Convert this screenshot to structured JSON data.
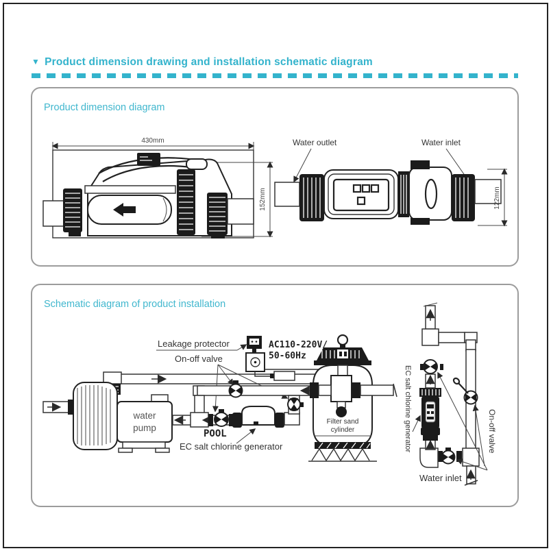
{
  "header": {
    "marker": "▼",
    "title": "Product dimension drawing and installation schematic diagram"
  },
  "colors": {
    "accent": "#33b3cc",
    "line": "#333333",
    "panel_border": "#9c9c9c",
    "page_border": "#222222"
  },
  "dimension_panel": {
    "title": "Product dimension diagram",
    "side_view": {
      "width": "430mm",
      "height": "152mm"
    },
    "top_view": {
      "outlet": "Water outlet",
      "inlet": "Water inlet",
      "height": "122mm"
    }
  },
  "installation_panel": {
    "title": "Schematic diagram of product installation",
    "labels": {
      "leakage_protector": "Leakage protector",
      "on_off_valve": "On-off valve",
      "power_line1": "AC110-220V/",
      "power_line2": "50-60Hz",
      "pump_line1": "water",
      "pump_line2": "pump",
      "pool": "POOL",
      "generator": "EC salt chlorine generator",
      "filter_line1": "Filter sand",
      "filter_line2": "cylinder",
      "vertical_generator": "EC salt chlorine generator",
      "vertical_valve": "On-off valve",
      "water_inlet": "Water inlet"
    }
  }
}
